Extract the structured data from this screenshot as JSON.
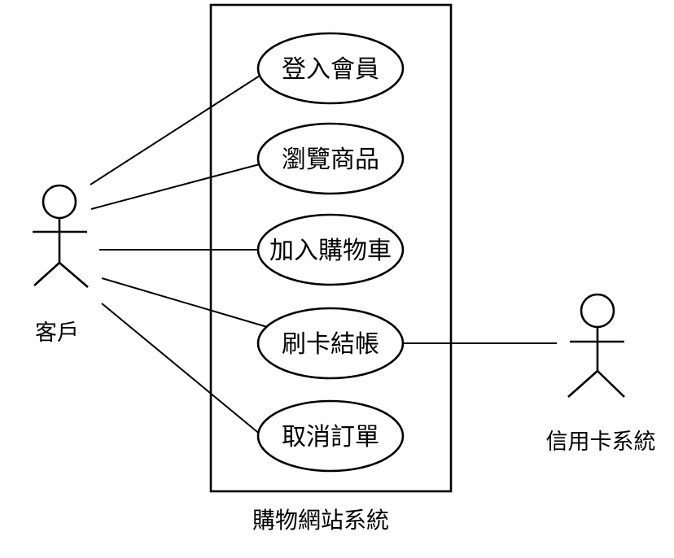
{
  "diagram": {
    "type": "uml-use-case-diagram",
    "colors": {
      "stroke": "#000000",
      "background": "#ffffff",
      "node_fill": "#ffffff"
    },
    "system": {
      "label": "購物網站系統"
    },
    "actors": [
      {
        "id": "customer",
        "label": "客戶",
        "position": "left"
      },
      {
        "id": "credit-card-system",
        "label": "信用卡系統",
        "position": "right"
      }
    ],
    "use_cases": [
      {
        "label": "登入會員"
      },
      {
        "label": "瀏覽商品"
      },
      {
        "label": "加入購物車"
      },
      {
        "label": "刷卡結帳"
      },
      {
        "label": "取消訂單"
      }
    ],
    "associations": [
      {
        "from": "客戶",
        "to": "登入會員"
      },
      {
        "from": "客戶",
        "to": "瀏覽商品"
      },
      {
        "from": "客戶",
        "to": "加入購物車"
      },
      {
        "from": "客戶",
        "to": "刷卡結帳"
      },
      {
        "from": "客戶",
        "to": "取消訂單"
      },
      {
        "from": "刷卡結帳",
        "to": "信用卡系統"
      }
    ]
  }
}
